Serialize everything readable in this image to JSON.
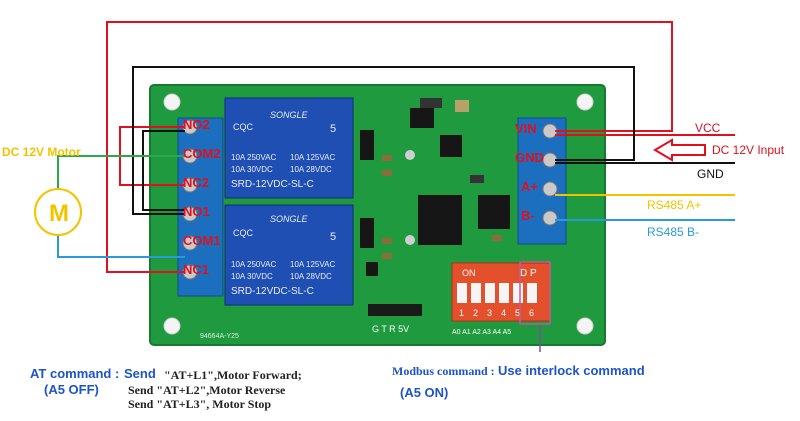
{
  "board": {
    "relay_brand": "SONGLE",
    "relay_model": "SRD-12VDC-SL-C",
    "relay_rating_left": "10A 250VAC",
    "relay_rating_left2": "10A 30VDC",
    "relay_rating_right": "10A 125VAC",
    "relay_rating_right2": "10A 28VDC",
    "relay_cert": "CQC",
    "relay_pins": "5",
    "pcb_id": "94664A-Y25",
    "uart_pins": "G T R 5V",
    "dip_on": "ON",
    "dip_numbers": [
      "1",
      "2",
      "3",
      "4",
      "5",
      "6"
    ],
    "dip_bottom": "A0 A1 A2 A3 A4 A5",
    "dip_right": "D P"
  },
  "left_terminals": [
    "NO2",
    "COM2",
    "NC2",
    "NO1",
    "COM1",
    "NC1"
  ],
  "right_terminals": [
    "VIN",
    "GND",
    "A+",
    "B-"
  ],
  "motor": {
    "symbol": "M",
    "label": "DC 12V Motor"
  },
  "right_labels": {
    "vcc": "VCC",
    "dc_input": "DC 12V Input",
    "gnd": "GND",
    "rs485_a": "RS485 A+",
    "rs485_b": "RS485 B-"
  },
  "notes": {
    "at_title": "AT command :",
    "at_send": "Send",
    "at_line1": "\"AT+L1\",Motor Forward;",
    "at_line2": "Send \"AT+L2\",Motor Reverse",
    "at_line3": "Send \"AT+L3\", Motor Stop",
    "at_mode": "(A5 OFF)",
    "modbus_title": "Modbus command :",
    "modbus_text": "Use interlock command",
    "modbus_mode": "(A5 ON)"
  },
  "colors": {
    "red_wire": "#e0101e",
    "black_wire": "#111111",
    "green_wire": "#2aa84a",
    "blue_wire": "#2a9bd8",
    "yellow_wire": "#f2c400",
    "pcb": "#1f9a3f",
    "relay": "#1f4fb3",
    "terminal": "#1c6fbf"
  }
}
